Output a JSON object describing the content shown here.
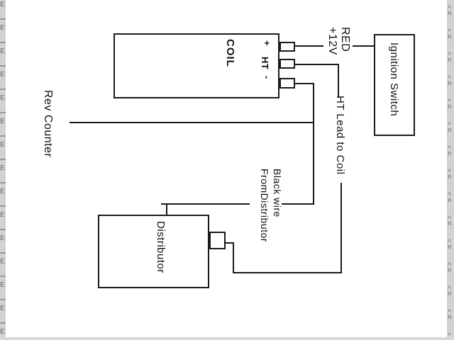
{
  "diagram": {
    "coil": {
      "label": "COIL"
    },
    "terminals": {
      "plus": "+",
      "ht": "HT",
      "minus": "-"
    },
    "ignition_switch": {
      "label": "Ignition Switch"
    },
    "distributor": {
      "label": "Distributor"
    },
    "rev_counter": {
      "label": "Rev Counter"
    },
    "wire_labels": {
      "red_12v": "RED\n+12V",
      "ht_lead": "HT Lead to Coil",
      "black_wire": "Black wire\nFromDistributor"
    }
  },
  "edges": {
    "left_glyph": "E",
    "right_glyph": "^\nn"
  },
  "colors": {
    "line": "#1a1a1a",
    "background": "#ffffff",
    "edge_strip_bg": "#d2d2d2",
    "edge_glyph": "#8a8a8a"
  }
}
